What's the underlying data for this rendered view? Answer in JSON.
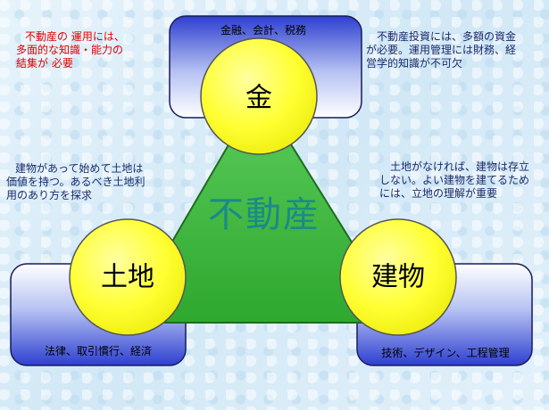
{
  "center": {
    "label": "不動産"
  },
  "nodes": {
    "money": {
      "label": "金",
      "tag": "金融、会計、税務"
    },
    "land": {
      "label": "土地",
      "tag": "法律、取引慣行、経済"
    },
    "building": {
      "label": "建物",
      "tag": "技術、デザイン、工程管理"
    }
  },
  "notes": {
    "top_left": [
      "不動産の 運用には、",
      "多面的な知識・能力の",
      "結集が 必要"
    ],
    "top_right": [
      "不動産投資には、多額の資金",
      "が必要。運用管理には財務、経",
      "営学的知識が不可欠"
    ],
    "middle_left": [
      "建物があって始めて土地は",
      "価値を持つ。あるべき土地利",
      "用のあり方を探求"
    ],
    "middle_right": [
      "土地がなければ、建物は存立",
      "しない。よい建物を建てるため",
      "には、立地の理解が重要"
    ]
  },
  "colors": {
    "triangle": "#3cb43c",
    "circle": "#ffff33",
    "box_blue": "#2d3fd0",
    "center_text": "#1a8a8a",
    "red_text": "#e00000"
  }
}
